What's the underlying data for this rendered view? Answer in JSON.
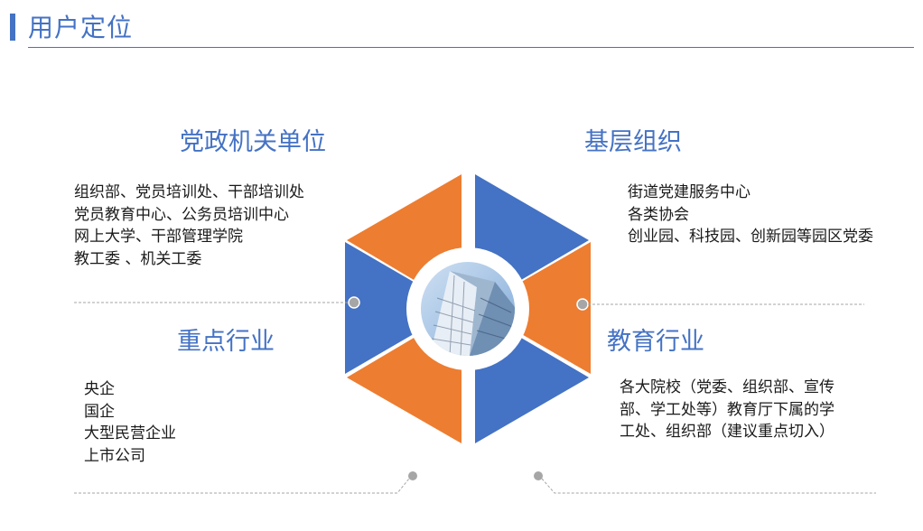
{
  "page": {
    "title": "用户定位"
  },
  "quadrants": {
    "party": {
      "heading": "党政机关单位",
      "lines": [
        "组织部、党员培训处、干部培训处",
        "党员教育中心、公务员培训中心",
        "网上大学、干部管理学院",
        "教工委 、机关工委"
      ]
    },
    "grassroots": {
      "heading": "基层组织",
      "lines": [
        "街道党建服务中心",
        "各类协会",
        "创业园、科技园、创新园等园区党委"
      ]
    },
    "industry": {
      "heading": "重点行业",
      "lines": [
        "央企",
        "国企",
        "大型民营企业",
        "上市公司"
      ]
    },
    "education": {
      "heading": "教育行业",
      "lines": [
        "各大院校（党委、组织部、宣传",
        "部、学工处等）教育厅下属的学",
        "工处、组织部（建议重点切入）"
      ]
    }
  },
  "colors": {
    "accent_blue": "#4472c4",
    "accent_orange": "#ed7d31",
    "connector_gray": "#a6a6a6"
  },
  "center_image": {
    "icon": "building-photo"
  }
}
